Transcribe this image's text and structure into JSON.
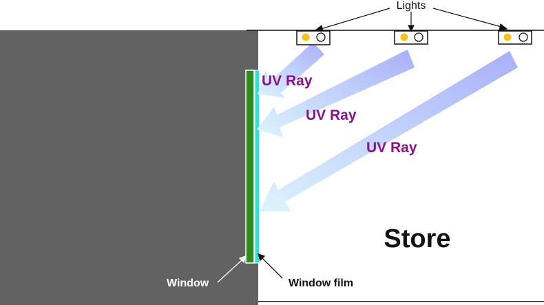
{
  "labels": {
    "lights": "Lights",
    "store": "Store",
    "window": "Window",
    "window_film": "Window film",
    "uv_rays": [
      "UV Ray",
      "UV Ray",
      "UV Ray"
    ]
  },
  "colors": {
    "outside": "#626262",
    "window": "#2e8b1e",
    "window_film": "#33e0d8",
    "uv_text": "#8b128b",
    "ray_start": "#a8b0f8",
    "ray_end": "#dcf4fc",
    "bulb": "#f2c31c",
    "line": "#111111"
  },
  "icons": {
    "light_fixture": "light-fixture-icon",
    "ray_arrow": "uv-ray-arrow"
  }
}
